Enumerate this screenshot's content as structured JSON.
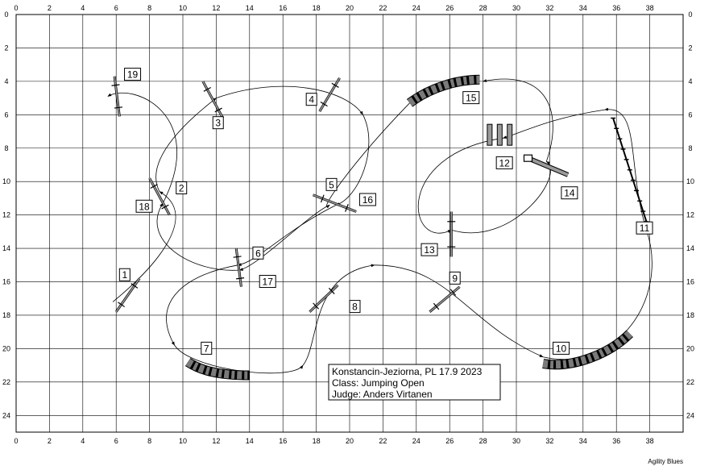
{
  "diagram": {
    "type": "agility-course-map",
    "grid": {
      "x_range": [
        0,
        40
      ],
      "y_range": [
        0,
        25
      ],
      "tick_step": 2
    },
    "x_ticks": [
      "0",
      "2",
      "4",
      "6",
      "8",
      "10",
      "12",
      "14",
      "16",
      "18",
      "20",
      "22",
      "24",
      "26",
      "28",
      "30",
      "32",
      "34",
      "36",
      "38"
    ],
    "y_ticks": [
      "0",
      "2",
      "4",
      "6",
      "8",
      "10",
      "12",
      "14",
      "16",
      "18",
      "20",
      "22",
      "24"
    ],
    "info_lines": [
      "Konstancin-Jeziorna, PL 17.9 2023",
      "Class: Jumping Open",
      "Judge: Anders Virtanen"
    ],
    "credit": "Agility Blues",
    "obstacles": [
      {
        "n": "1",
        "type": "jump",
        "a": [
          6,
          17.8
        ],
        "b": [
          7.4,
          15.8
        ],
        "label_at": [
          6.2,
          15.6
        ]
      },
      {
        "n": "2",
        "type": "jump",
        "a": [
          8,
          9.8
        ],
        "b": [
          9.2,
          12
        ],
        "label_at": [
          9.6,
          10.4
        ]
      },
      {
        "n": "3",
        "type": "jump",
        "a": [
          11.2,
          4
        ],
        "b": [
          12.4,
          6.2
        ],
        "label_at": [
          11.8,
          6.5
        ]
      },
      {
        "n": "4",
        "type": "jump",
        "a": [
          18.2,
          5.8
        ],
        "b": [
          19.4,
          3.8
        ],
        "label_at": [
          17.4,
          5.1
        ]
      },
      {
        "n": "5",
        "type": "jump",
        "a": [
          17.8,
          10.8
        ],
        "b": [
          20.4,
          11.8
        ],
        "label_at": [
          18.6,
          10.2
        ]
      },
      {
        "n": "6",
        "type": "jump",
        "a": [
          13.2,
          14
        ],
        "b": [
          13.5,
          16.3
        ],
        "label_at": [
          14.2,
          14.3
        ]
      },
      {
        "n": "7",
        "type": "tunnel",
        "pts": [
          [
            10.3,
            20.8
          ],
          [
            11.2,
            21.4
          ],
          [
            12.4,
            21.6
          ],
          [
            14,
            21.6
          ]
        ],
        "label_at": [
          11.1,
          20
        ]
      },
      {
        "n": "8",
        "type": "jump",
        "a": [
          17.6,
          17.8
        ],
        "b": [
          19.3,
          16.2
        ],
        "label_at": [
          20,
          17.5
        ]
      },
      {
        "n": "9",
        "type": "jump",
        "a": [
          24.8,
          17.8
        ],
        "b": [
          26.6,
          16.3
        ],
        "label_at": [
          26,
          15.8
        ]
      },
      {
        "n": "10",
        "type": "tunnel",
        "pts": [
          [
            31.6,
            20.9
          ],
          [
            33.4,
            21.2
          ],
          [
            35.6,
            20.3
          ],
          [
            36.8,
            19.1
          ]
        ],
        "label_at": [
          32.2,
          20
        ]
      },
      {
        "n": "11",
        "type": "weave",
        "a": [
          35.8,
          6.2
        ],
        "b": [
          37.8,
          12.4
        ],
        "label_at": [
          37.2,
          12.8
        ]
      },
      {
        "n": "12",
        "type": "broad",
        "pts": [
          [
            28.4,
            7.2
          ],
          [
            29,
            7.2
          ],
          [
            29.6,
            7.2
          ]
        ],
        "label_at": [
          28.8,
          8.9
        ]
      },
      {
        "n": "13",
        "type": "jump",
        "a": [
          26.1,
          11.8
        ],
        "b": [
          26.1,
          14.5
        ],
        "label_at": [
          24.3,
          14.1
        ]
      },
      {
        "n": "14",
        "type": "table",
        "a": [
          30.7,
          8.6
        ],
        "b": [
          33.1,
          9.6
        ],
        "label_at": [
          32.7,
          10.7
        ]
      },
      {
        "n": "15",
        "type": "tunnel",
        "pts": [
          [
            23.6,
            5.3
          ],
          [
            24.8,
            4.4
          ],
          [
            26.4,
            3.9
          ],
          [
            27.8,
            3.9
          ]
        ],
        "label_at": [
          26.8,
          5
        ]
      },
      {
        "n": "16",
        "type": "label",
        "label_at": [
          20.6,
          11.1
        ]
      },
      {
        "n": "17",
        "type": "label",
        "label_at": [
          14.6,
          16
        ]
      },
      {
        "n": "18",
        "type": "label",
        "label_at": [
          7.2,
          11.5
        ]
      },
      {
        "n": "19",
        "type": "jump",
        "a": [
          5.9,
          3.7
        ],
        "b": [
          6.2,
          6.1
        ],
        "label_at": [
          6.5,
          3.6
        ]
      }
    ],
    "path_segments": [
      [
        [
          5.8,
          17.2
        ],
        [
          8.5,
          15
        ],
        [
          11,
          12
        ],
        [
          8.6,
          10.6
        ]
      ],
      [
        [
          8.6,
          10.6
        ],
        [
          7.5,
          8.5
        ],
        [
          11,
          5.8
        ],
        [
          12,
          5
        ]
      ],
      [
        [
          12,
          5
        ],
        [
          16,
          3.6
        ],
        [
          19.8,
          4.5
        ],
        [
          20.8,
          6
        ]
      ],
      [
        [
          20.8,
          6
        ],
        [
          21.8,
          8
        ],
        [
          20.5,
          11
        ],
        [
          19.2,
          11.4
        ]
      ],
      [
        [
          19.2,
          11.4
        ],
        [
          16,
          13
        ],
        [
          14.5,
          14.8
        ],
        [
          13.3,
          15
        ]
      ],
      [
        [
          13.3,
          15
        ],
        [
          10.5,
          15.5
        ],
        [
          7.9,
          17
        ],
        [
          9.5,
          19.8
        ]
      ],
      [
        [
          9.5,
          19.8
        ],
        [
          10.5,
          21.3
        ],
        [
          16.5,
          22
        ],
        [
          17.2,
          21
        ]
      ],
      [
        [
          17.2,
          21
        ],
        [
          18.2,
          19.8
        ],
        [
          17.6,
          15.5
        ],
        [
          21.5,
          15
        ]
      ],
      [
        [
          21.5,
          15
        ],
        [
          26,
          15
        ],
        [
          27,
          18.5
        ],
        [
          31.6,
          20.5
        ]
      ],
      [
        [
          31.6,
          20.5
        ],
        [
          36,
          21.5
        ],
        [
          39.2,
          17
        ],
        [
          37.8,
          12.9
        ]
      ],
      [
        [
          37.8,
          12.9
        ],
        [
          36.6,
          9
        ],
        [
          37.5,
          5.4
        ],
        [
          35.3,
          5.7
        ]
      ],
      [
        [
          35.3,
          5.7
        ],
        [
          32,
          6.2
        ],
        [
          30.5,
          7
        ],
        [
          29.2,
          7.4
        ]
      ],
      [
        [
          29.2,
          7.4
        ],
        [
          22.5,
          8.4
        ],
        [
          23.5,
          14.2
        ],
        [
          26.1,
          12.9
        ]
      ],
      [
        [
          26.1,
          12.9
        ],
        [
          29.8,
          14
        ],
        [
          33,
          9.5
        ],
        [
          31.8,
          8.8
        ]
      ],
      [
        [
          31.8,
          8.8
        ],
        [
          32.8,
          6
        ],
        [
          32,
          3.2
        ],
        [
          28,
          4
        ]
      ],
      [
        [
          23.6,
          5.3
        ],
        [
          20,
          9
        ],
        [
          18,
          12
        ],
        [
          18.8,
          11.4
        ]
      ],
      [
        [
          18.8,
          11.4
        ],
        [
          17.5,
          12
        ],
        [
          14.6,
          15
        ],
        [
          13.4,
          15.3
        ]
      ],
      [
        [
          13.4,
          15.3
        ],
        [
          10.5,
          15.5
        ],
        [
          7.4,
          13.5
        ],
        [
          8.8,
          11.3
        ]
      ],
      [
        [
          8.8,
          11.3
        ],
        [
          11.5,
          6
        ],
        [
          7,
          4
        ],
        [
          5.5,
          4.9
        ]
      ]
    ]
  }
}
